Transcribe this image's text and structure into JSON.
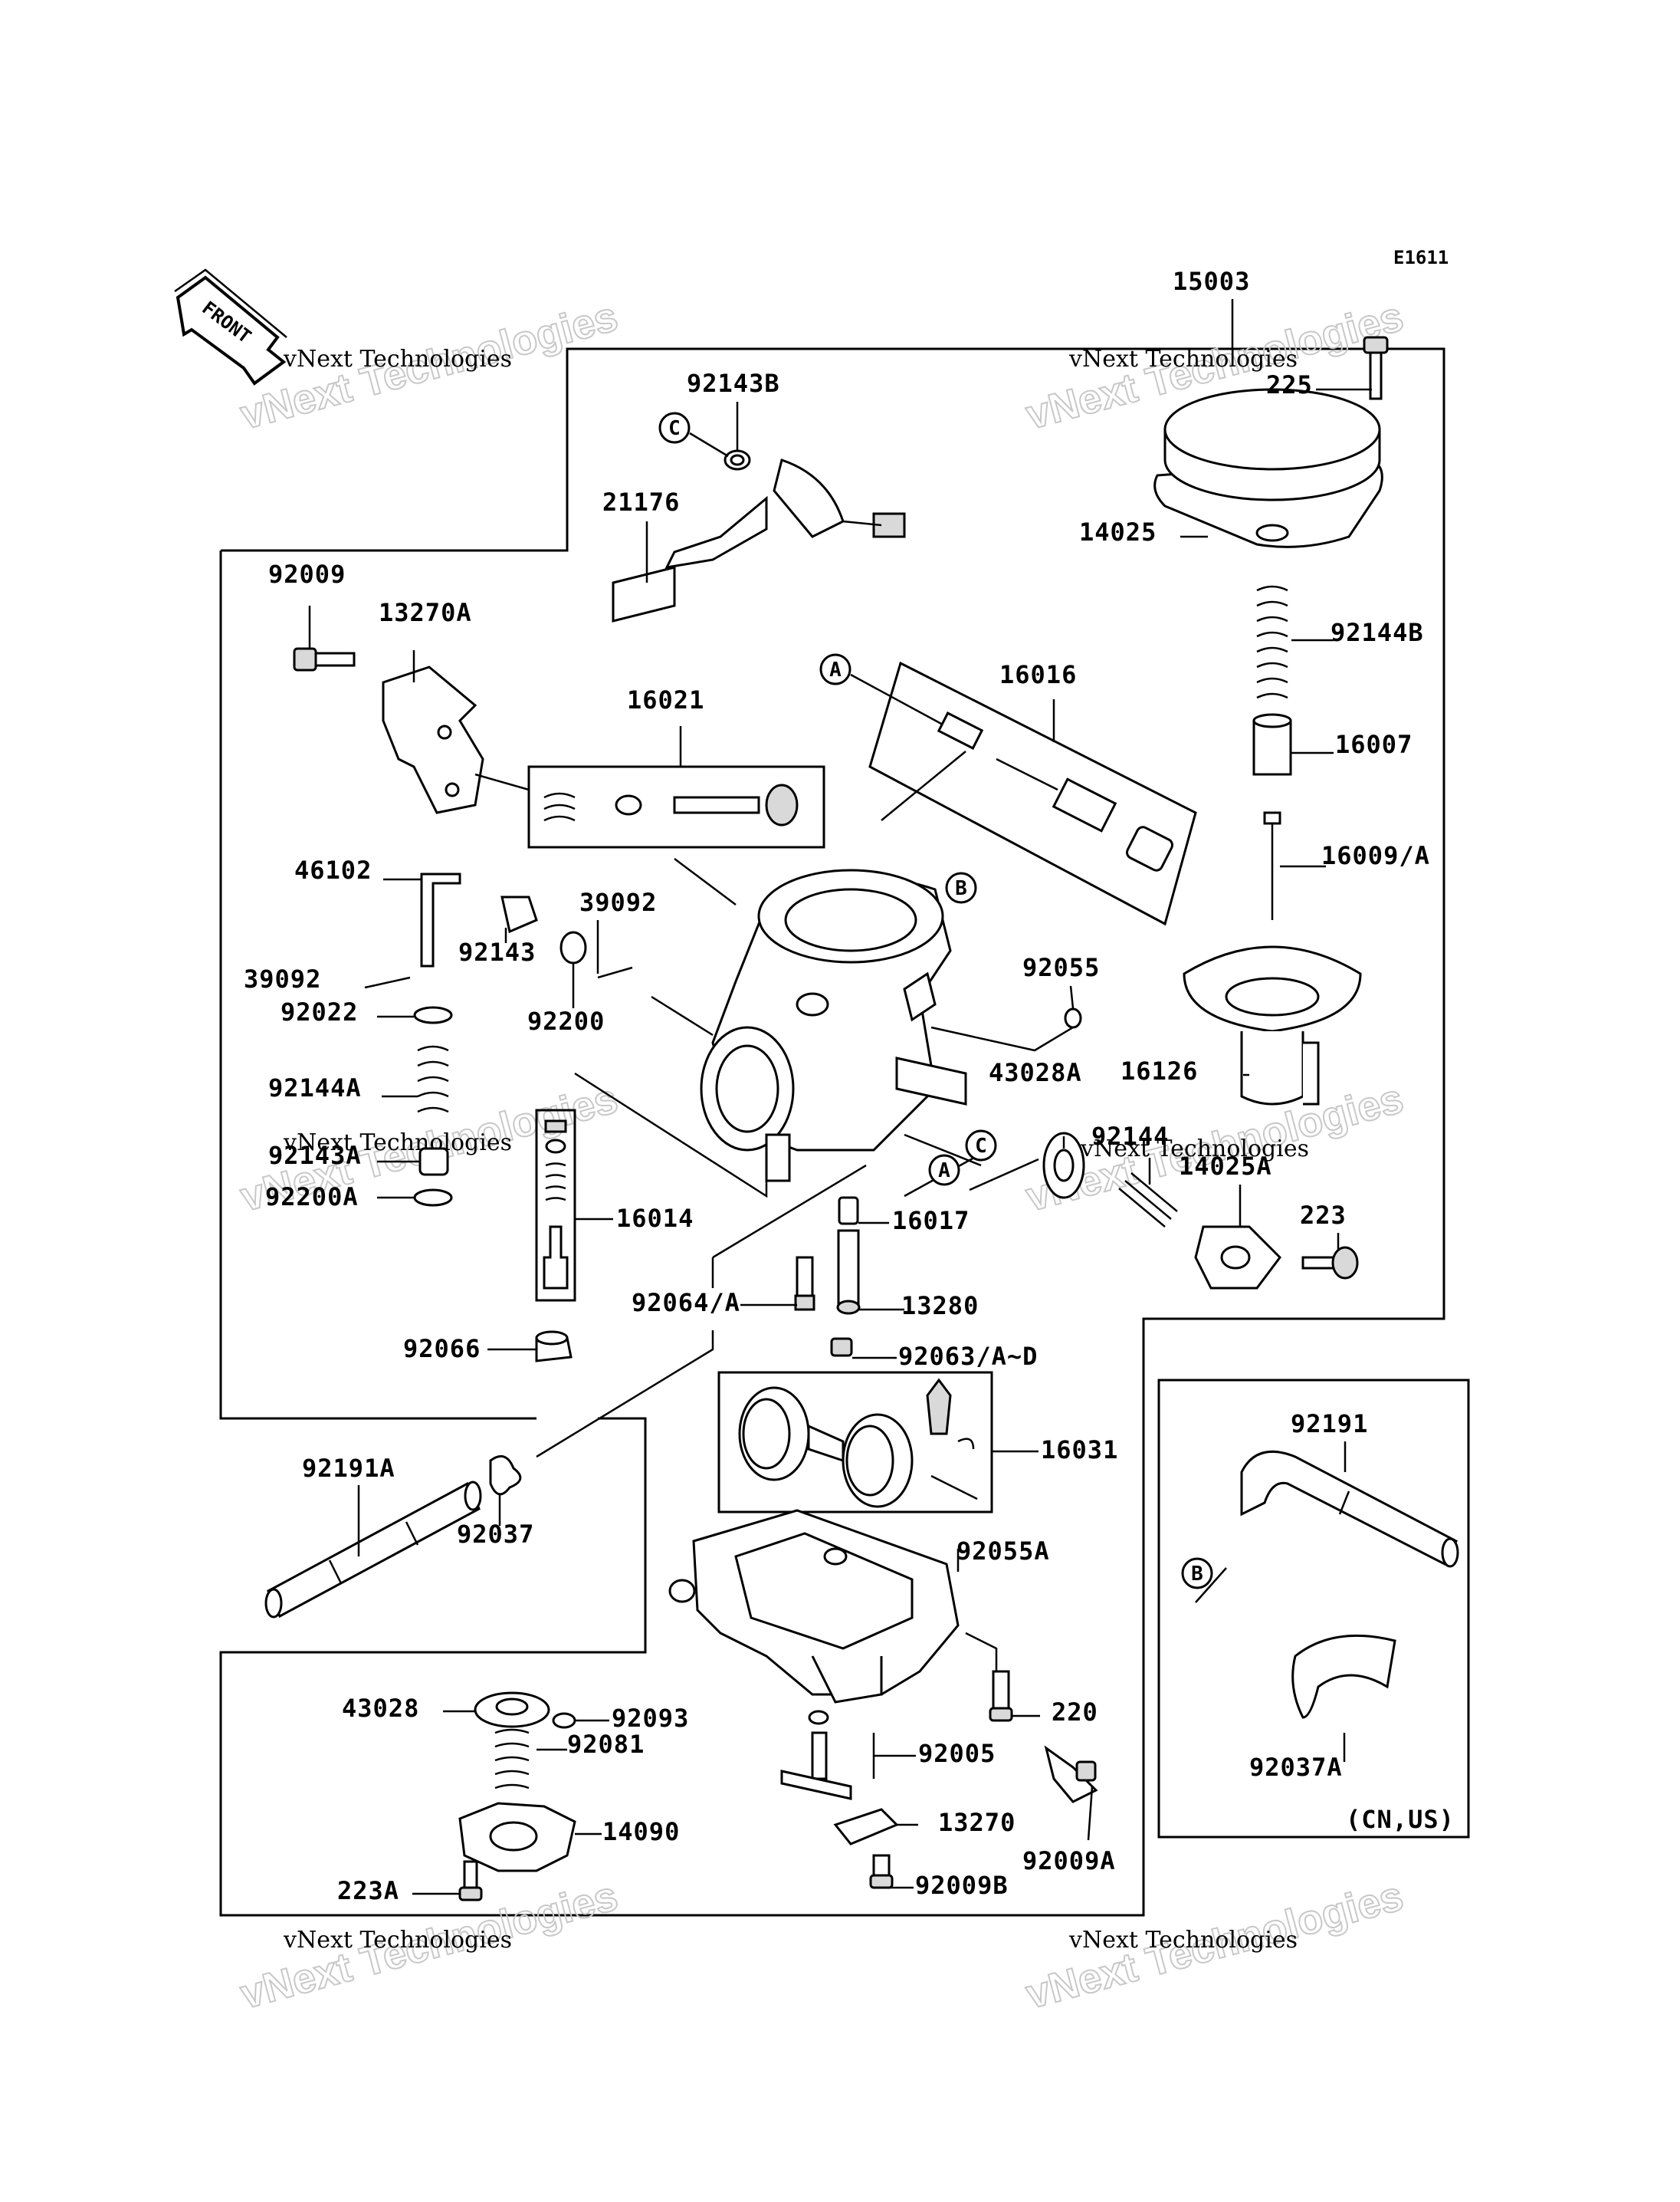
{
  "diagram_code": "E1611",
  "front_label": "FRONT",
  "watermark": {
    "line1": "vNext Technologies",
    "big": "vNext Technologies"
  },
  "region_note": "(CN,US)",
  "part_labels": [
    {
      "id": "15003",
      "text": "15003"
    },
    {
      "id": "225",
      "text": "225"
    },
    {
      "id": "14025",
      "text": "14025"
    },
    {
      "id": "92143B",
      "text": "92143B"
    },
    {
      "id": "21176",
      "text": "21176"
    },
    {
      "id": "92009",
      "text": "92009"
    },
    {
      "id": "13270A",
      "text": "13270A"
    },
    {
      "id": "16021",
      "text": "16021"
    },
    {
      "id": "16016",
      "text": "16016"
    },
    {
      "id": "92144B",
      "text": "92144B"
    },
    {
      "id": "16007",
      "text": "16007"
    },
    {
      "id": "16009A",
      "text": "16009/A"
    },
    {
      "id": "46102",
      "text": "46102"
    },
    {
      "id": "39092a",
      "text": "39092"
    },
    {
      "id": "39092b",
      "text": "39092"
    },
    {
      "id": "92143",
      "text": "92143"
    },
    {
      "id": "92022",
      "text": "92022"
    },
    {
      "id": "92200",
      "text": "92200"
    },
    {
      "id": "92055",
      "text": "92055"
    },
    {
      "id": "16126",
      "text": "16126"
    },
    {
      "id": "92144A",
      "text": "92144A"
    },
    {
      "id": "43028A",
      "text": "43028A"
    },
    {
      "id": "92144",
      "text": "92144"
    },
    {
      "id": "92143A",
      "text": "92143A"
    },
    {
      "id": "14025A",
      "text": "14025A"
    },
    {
      "id": "92200A",
      "text": "92200A"
    },
    {
      "id": "16014",
      "text": "16014"
    },
    {
      "id": "16017",
      "text": "16017"
    },
    {
      "id": "223",
      "text": "223"
    },
    {
      "id": "92064A",
      "text": "92064/A"
    },
    {
      "id": "13280",
      "text": "13280"
    },
    {
      "id": "92066",
      "text": "92066"
    },
    {
      "id": "92063AD",
      "text": "92063/A~D"
    },
    {
      "id": "16031",
      "text": "16031"
    },
    {
      "id": "92191",
      "text": "92191"
    },
    {
      "id": "92191A",
      "text": "92191A"
    },
    {
      "id": "92037",
      "text": "92037"
    },
    {
      "id": "92055A",
      "text": "92055A"
    },
    {
      "id": "43028",
      "text": "43028"
    },
    {
      "id": "92093",
      "text": "92093"
    },
    {
      "id": "220",
      "text": "220"
    },
    {
      "id": "92081",
      "text": "92081"
    },
    {
      "id": "92005",
      "text": "92005"
    },
    {
      "id": "92037A",
      "text": "92037A"
    },
    {
      "id": "14090",
      "text": "14090"
    },
    {
      "id": "13270",
      "text": "13270"
    },
    {
      "id": "92009A",
      "text": "92009A"
    },
    {
      "id": "223A",
      "text": "223A"
    },
    {
      "id": "92009B",
      "text": "92009B"
    }
  ],
  "callouts": {
    "A": "A",
    "B": "B",
    "C": "C"
  }
}
